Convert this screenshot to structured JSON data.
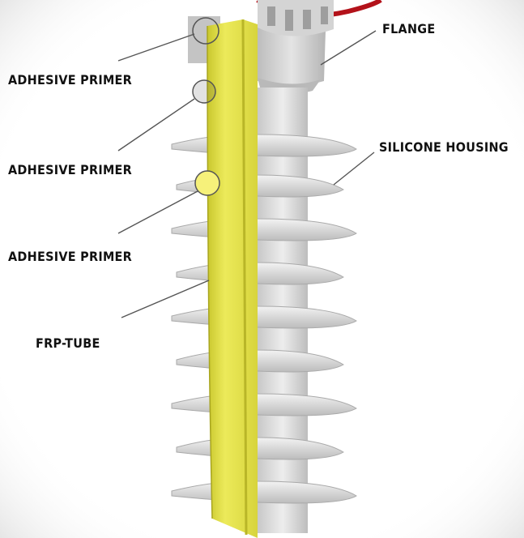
{
  "labels": {
    "flange": "FLANGE",
    "silicone_housing": "SILICONE HOUSING",
    "adhesive_primer_1": "ADHESIVE PRIMER",
    "adhesive_primer_2": "ADHESIVE PRIMER",
    "adhesive_primer_3": "ADHESIVE PRIMER",
    "frp_tube": "FRP-TUBE"
  },
  "colors": {
    "frp_tube": "#e6e44a",
    "silicone": "#d9d9d9",
    "flange": "#cfcfcf",
    "accent_ring": "#b3121a",
    "leader": "#555555"
  }
}
